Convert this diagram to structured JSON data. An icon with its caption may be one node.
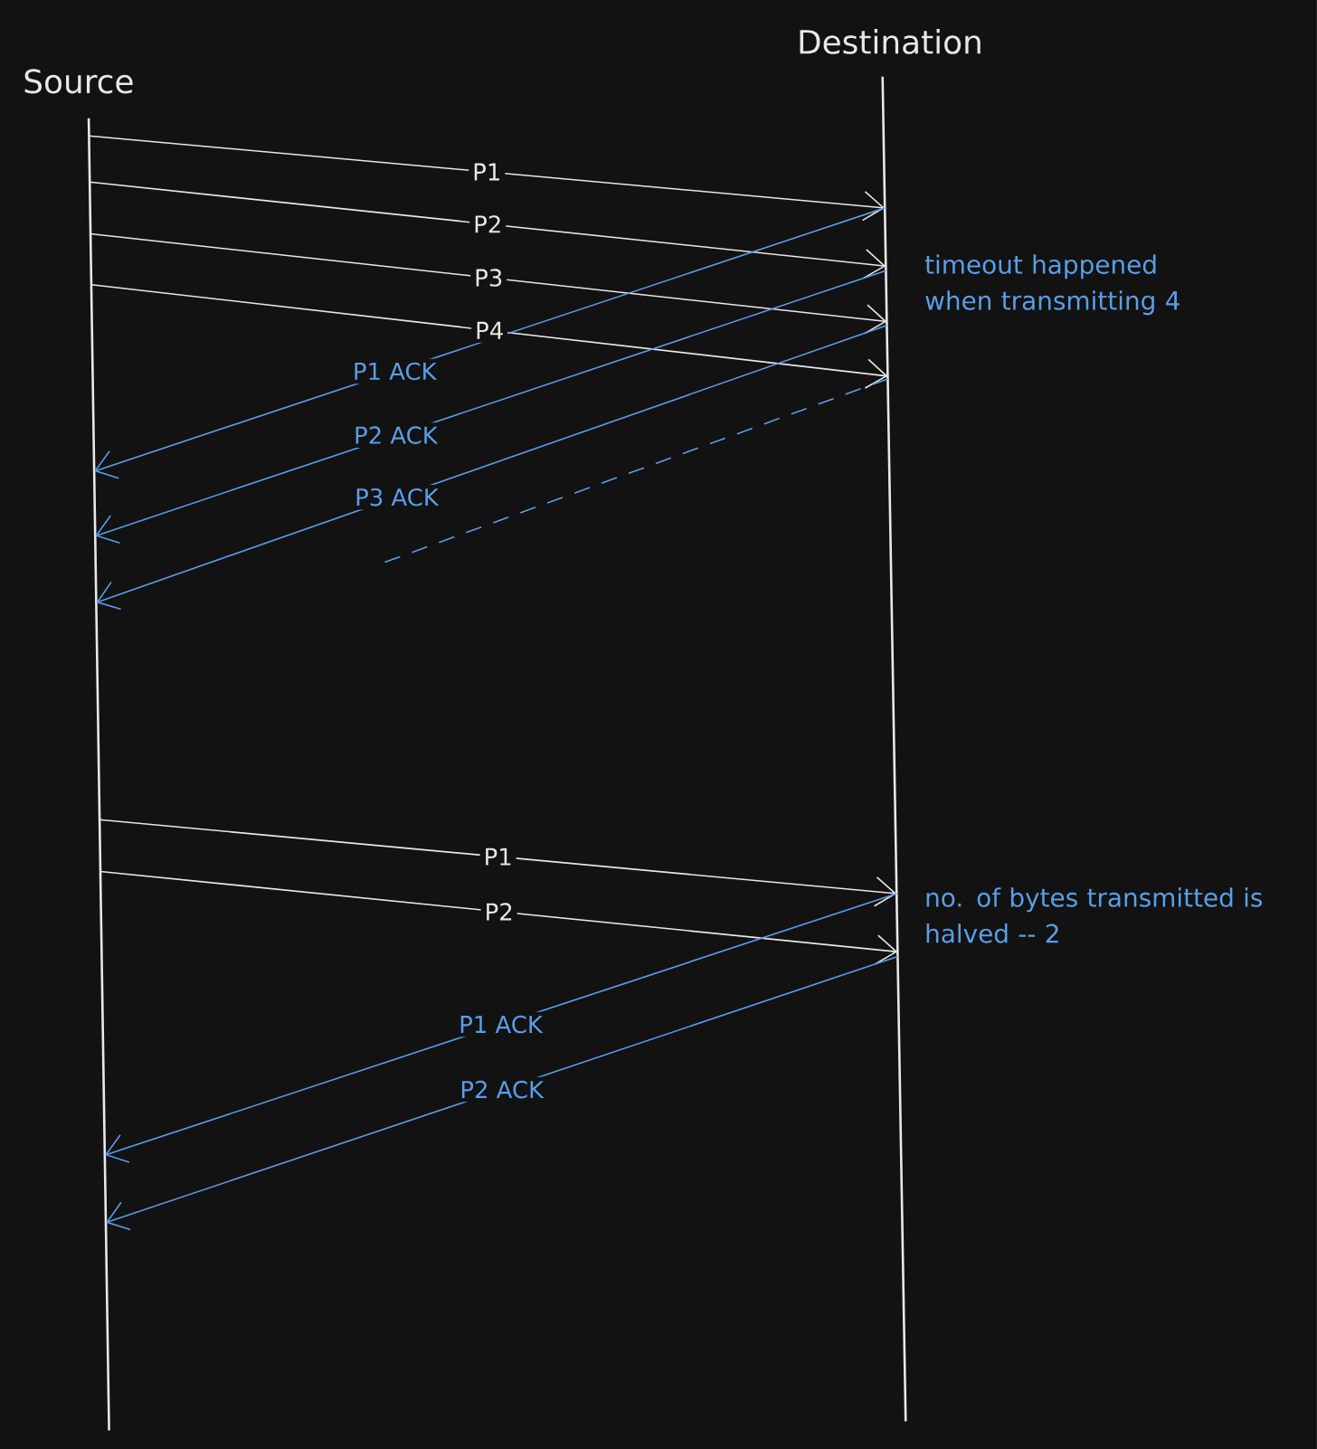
{
  "diagram": {
    "nodes": [
      {
        "text": [
          "Source"
        ]
      },
      {
        "text": [
          "Destination"
        ]
      }
    ],
    "edges": [
      {
        "from": 0,
        "to": 1,
        "arrow": "to",
        "label": "P1",
        "color": "#e8e8e8"
      },
      {
        "from": 0,
        "to": 1,
        "arrow": "to",
        "label": "P2",
        "color": "#e8e8e8"
      },
      {
        "from": 0,
        "to": 1,
        "arrow": "to",
        "label": "P3",
        "color": "#e8e8e8"
      },
      {
        "from": 0,
        "to": 1,
        "arrow": "to",
        "label": "P4",
        "color": "#e8e8e8"
      },
      {
        "from": 1,
        "to": 0,
        "arrow": "to",
        "label": "P1 ACK",
        "color": "#5a9ee8"
      },
      {
        "from": 1,
        "to": 0,
        "arrow": "to",
        "label": "P2 ACK",
        "color": "#5a9ee8"
      },
      {
        "from": 1,
        "to": 0,
        "arrow": "to",
        "label": "P3 ACK",
        "color": "#5a9ee8"
      },
      {
        "from": 1,
        "to": null,
        "arrow": "none",
        "style": "dashed",
        "color": "#5a9ee8"
      },
      {
        "from": 0,
        "to": 1,
        "arrow": "to",
        "label": "P1",
        "color": "#e8e8e8"
      },
      {
        "from": 0,
        "to": 1,
        "arrow": "to",
        "label": "P2",
        "color": "#e8e8e8"
      },
      {
        "from": 1,
        "to": 0,
        "arrow": "to",
        "label": "P1 ACK",
        "color": "#5a9ee8"
      },
      {
        "from": 1,
        "to": 0,
        "arrow": "to",
        "label": "P2 ACK",
        "color": "#5a9ee8"
      }
    ],
    "labels": [
      "timeout happened when transmitting 4",
      "no. of bytes transmitted is halved -- 2"
    ]
  }
}
